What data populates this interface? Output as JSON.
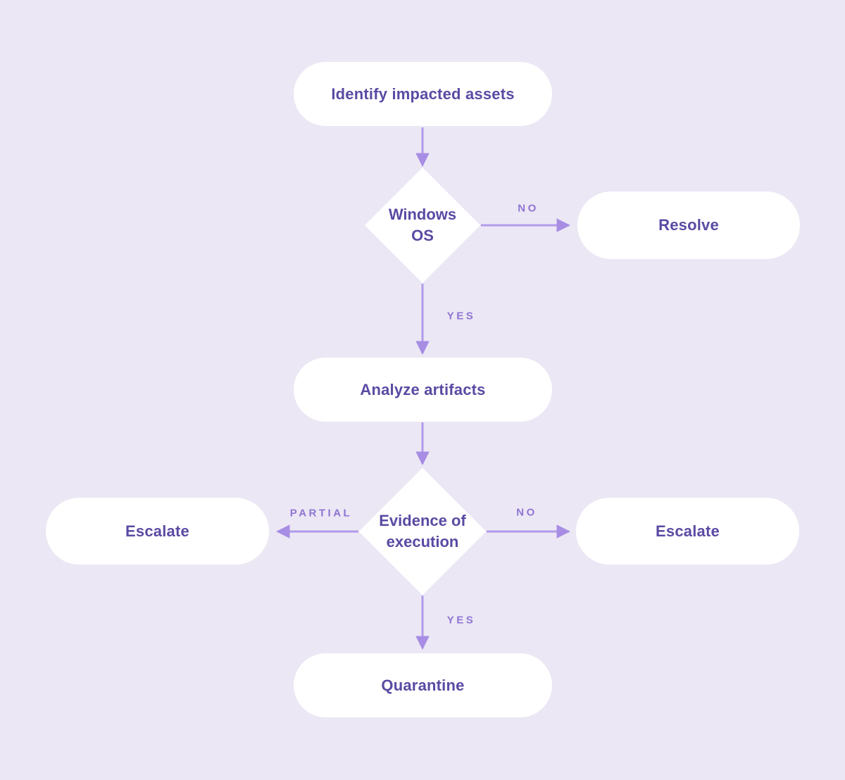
{
  "diagram": {
    "type": "flowchart",
    "background": "#ece7f4",
    "colors": {
      "node_fill": "#ffffff",
      "node_text": "#5b4aa3",
      "arrow_line": "#b19ceb",
      "arrow_head": "#a78de4",
      "edge_label": "#8d75d3"
    },
    "nodes": {
      "identify": {
        "label": "Identify impacted assets",
        "type": "process"
      },
      "windows_os": {
        "label": "Windows OS",
        "type": "decision"
      },
      "resolve": {
        "label": "Resolve",
        "type": "terminal"
      },
      "analyze": {
        "label": "Analyze artifacts",
        "type": "process"
      },
      "evidence": {
        "label": "Evidence of execution",
        "type": "decision"
      },
      "escalate_left": {
        "label": "Escalate",
        "type": "terminal"
      },
      "escalate_right": {
        "label": "Escalate",
        "type": "terminal"
      },
      "quarantine": {
        "label": "Quarantine",
        "type": "terminal"
      }
    },
    "edges": [
      {
        "from": "identify",
        "to": "windows_os",
        "label": ""
      },
      {
        "from": "windows_os",
        "to": "resolve",
        "label": "NO"
      },
      {
        "from": "windows_os",
        "to": "analyze",
        "label": "YES"
      },
      {
        "from": "analyze",
        "to": "evidence",
        "label": ""
      },
      {
        "from": "evidence",
        "to": "escalate_left",
        "label": "PARTIAL"
      },
      {
        "from": "evidence",
        "to": "escalate_right",
        "label": "NO"
      },
      {
        "from": "evidence",
        "to": "quarantine",
        "label": "YES"
      }
    ]
  }
}
